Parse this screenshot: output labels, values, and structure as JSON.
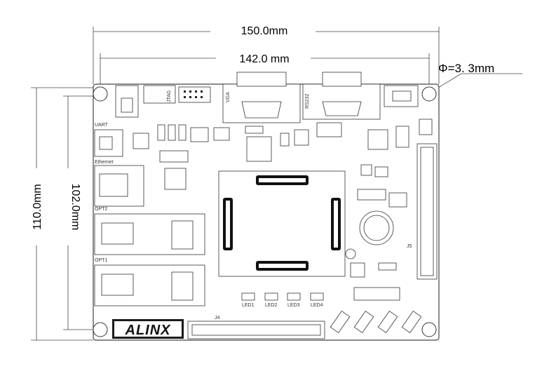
{
  "dimensions": {
    "board_width": "150.0mm",
    "hole_spacing_x": "142.0 mm",
    "hole_diameter": "Φ=3. 3mm",
    "board_height": "110.0mm",
    "hole_spacing_y": "102.0mm"
  },
  "silkscreen": {
    "uart": "UART",
    "ethernet": "Ethernet",
    "opt2": "OPT2",
    "opt1": "OPT1",
    "j5": "J5",
    "j4": "J4",
    "vga": "VGA",
    "rs232": "RS232",
    "jtag": "JTAG",
    "led1": "LED1",
    "led2": "LED2",
    "led3": "LED3",
    "led4": "LED4"
  },
  "logo": "ALINX",
  "colors": {
    "line": "#444444",
    "logo_bg": "#1a1a1a",
    "logo_fg": "#ffffff"
  }
}
